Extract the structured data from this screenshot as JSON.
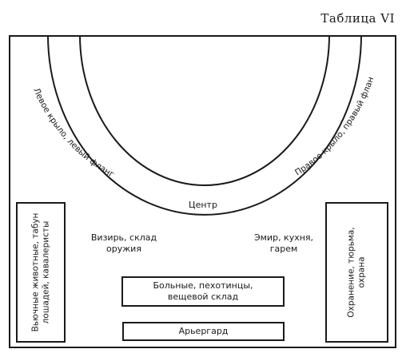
{
  "table_label": "Таблица VI",
  "arcs": {
    "left_wing": "Левое крыло, левый фланг",
    "right_wing": "Правое крыло, правый фланг"
  },
  "center": "Центр",
  "vizier": {
    "line1": "Визирь, склад",
    "line2": "оружия"
  },
  "emir": {
    "line1": "Эмир, кухня,",
    "line2": "гарем"
  },
  "left_box": {
    "line1": "Вьючные животные, табун",
    "line2": "лошадей, кавалеристы"
  },
  "right_box": {
    "line1": "Охранение, тюрьма,",
    "line2": "охрана"
  },
  "sick_box": {
    "line1": "Больные, пехотинцы,",
    "line2": "вещевой склад"
  },
  "rearguard": "Арьергард"
}
